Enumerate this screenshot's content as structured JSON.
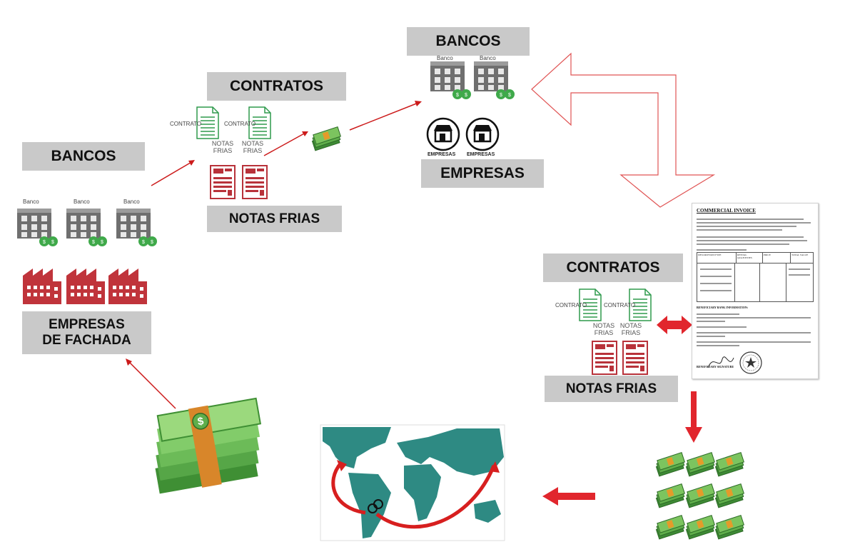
{
  "left": {
    "bancos_label": "BANCOS",
    "banco_caption": "Banco",
    "empresas_label_line1": "EMPRESAS",
    "empresas_label_line2": "DE FACHADA"
  },
  "center": {
    "contratos_label": "CONTRATOS",
    "contrato_caption": "CONTRATO",
    "notas_caption_line1": "NOTAS",
    "notas_caption_line2": "FRIAS",
    "notas_frias_label": "NOTAS FRIAS"
  },
  "top": {
    "bancos_label": "BANCOS",
    "banco_caption": "Banco",
    "empresas_caption": "EMPRESAS",
    "empresas_label": "EMPRESAS"
  },
  "right": {
    "contratos_label": "CONTRATOS",
    "contrato_caption": "CONTRATO",
    "notas_caption_line1": "NOTAS",
    "notas_caption_line2": "FRIAS",
    "notas_frias_label": "NOTAS FRIAS"
  },
  "invoice": {
    "title": "COMMERCIAL INVOICE",
    "header_cols": [
      "DESCRIPTION/TYPE",
      "RENTAL QUANTITIES",
      "PRICE",
      "TOTAL VALUE"
    ],
    "bank_section": "BENEFICIARY BANK INFORMATION:",
    "signature": "BENEFICIARY SIGNATURE"
  },
  "colors": {
    "arrow_red": "#cc1b1b",
    "label_gray": "#c9c9c9",
    "map_teal": "#2e8a83",
    "money_green": "#4f9b3c",
    "factory_red": "#c0343b"
  }
}
